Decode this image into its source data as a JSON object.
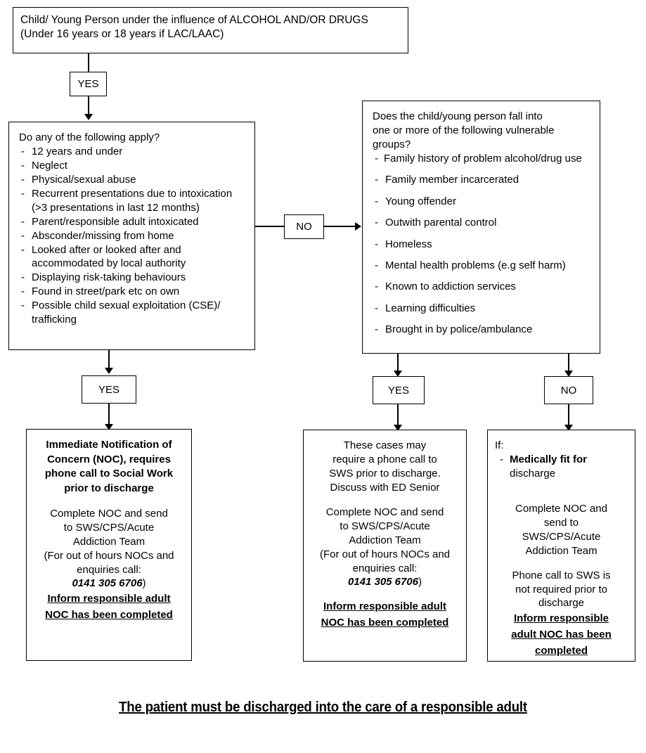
{
  "title": "Child/Young Person under influence of alcohol and/or drugs - ED pathway",
  "start_box": {
    "line1": "Child/ Young Person under the influence of ALCOHOL AND/OR DRUGS",
    "line2": "(Under 16 years or 18 years if LAC/LAAC)"
  },
  "connectors": {
    "yes_top": "YES",
    "no_middle": "NO",
    "yes_left_bottom": "YES",
    "yes_right_bottom": "YES",
    "no_right_bottom": "NO"
  },
  "criteria_box": {
    "question": "Do any of the following apply?",
    "items": [
      "12 years and under",
      "Neglect",
      "Physical/sexual abuse",
      "Recurrent presentations due to intoxication (>3 presentations in last 12 months)",
      "Parent/responsible adult intoxicated",
      "Absconder/missing from home",
      "Looked after or looked after and accommodated by local authority",
      "Displaying risk-taking behaviours",
      "Found in street/park etc on own",
      "Possible child sexual exploitation (CSE)/ trafficking"
    ]
  },
  "vulnerable_box": {
    "question_line1": "Does the child/young person fall into",
    "question_line2": "one or more of the following vulnerable",
    "question_line3": "groups?",
    "first_item": "Family history of problem alcohol/drug use",
    "items": [
      "Family member incarcerated",
      "Young offender",
      "Outwith parental control",
      "Homeless",
      "Mental health problems (e.g self harm)",
      "Known to addiction services",
      "Learning difficulties",
      "Brought in by police/ambulance"
    ]
  },
  "outcome_left": {
    "heading": "Immediate Notification of Concern (NOC), requires phone call to Social Work prior to discharge",
    "body_line1": "Complete NOC and send",
    "body_line2": "to SWS/CPS/Acute",
    "body_line3": "Addiction Team",
    "body_line4": "(For out of hours NOCs and",
    "body_line5": "enquiries call:",
    "phone": "0141 305 6706",
    "phone_close": ")",
    "underlined_line1": "Inform responsible adult",
    "underlined_line2": "NOC has been completed"
  },
  "outcome_middle": {
    "intro_line1": "These cases may",
    "intro_line2": "require a phone call to",
    "intro_line3": "SWS prior to discharge.",
    "intro_line4": "Discuss with ED Senior",
    "body_line1": "Complete NOC and send",
    "body_line2": "to SWS/CPS/Acute",
    "body_line3": "Addiction Team",
    "body_line4": "(For out of hours NOCs and",
    "body_line5": "enquiries call:",
    "phone": "0141 305 6706",
    "phone_close": ")",
    "underlined_line1": "Inform responsible adult",
    "underlined_line2": "NOC has been completed"
  },
  "outcome_right": {
    "if_label": "If:",
    "bullet_bold": "Medically fit for",
    "bullet_rest": "discharge",
    "body_line1": "Complete NOC and",
    "body_line2": "send to",
    "body_line3": "SWS/CPS/Acute",
    "body_line4": "Addiction Team",
    "note_line1": "Phone call to SWS is",
    "note_line2": "not required prior to",
    "note_line3": "discharge",
    "underlined_line1": "Inform responsible",
    "underlined_line2": "adult NOC has been",
    "underlined_line3": "completed"
  },
  "footer": "The patient must be discharged into the care of a responsible adult",
  "colors": {
    "stroke": "#000000",
    "background": "#ffffff",
    "text": "#000000"
  }
}
